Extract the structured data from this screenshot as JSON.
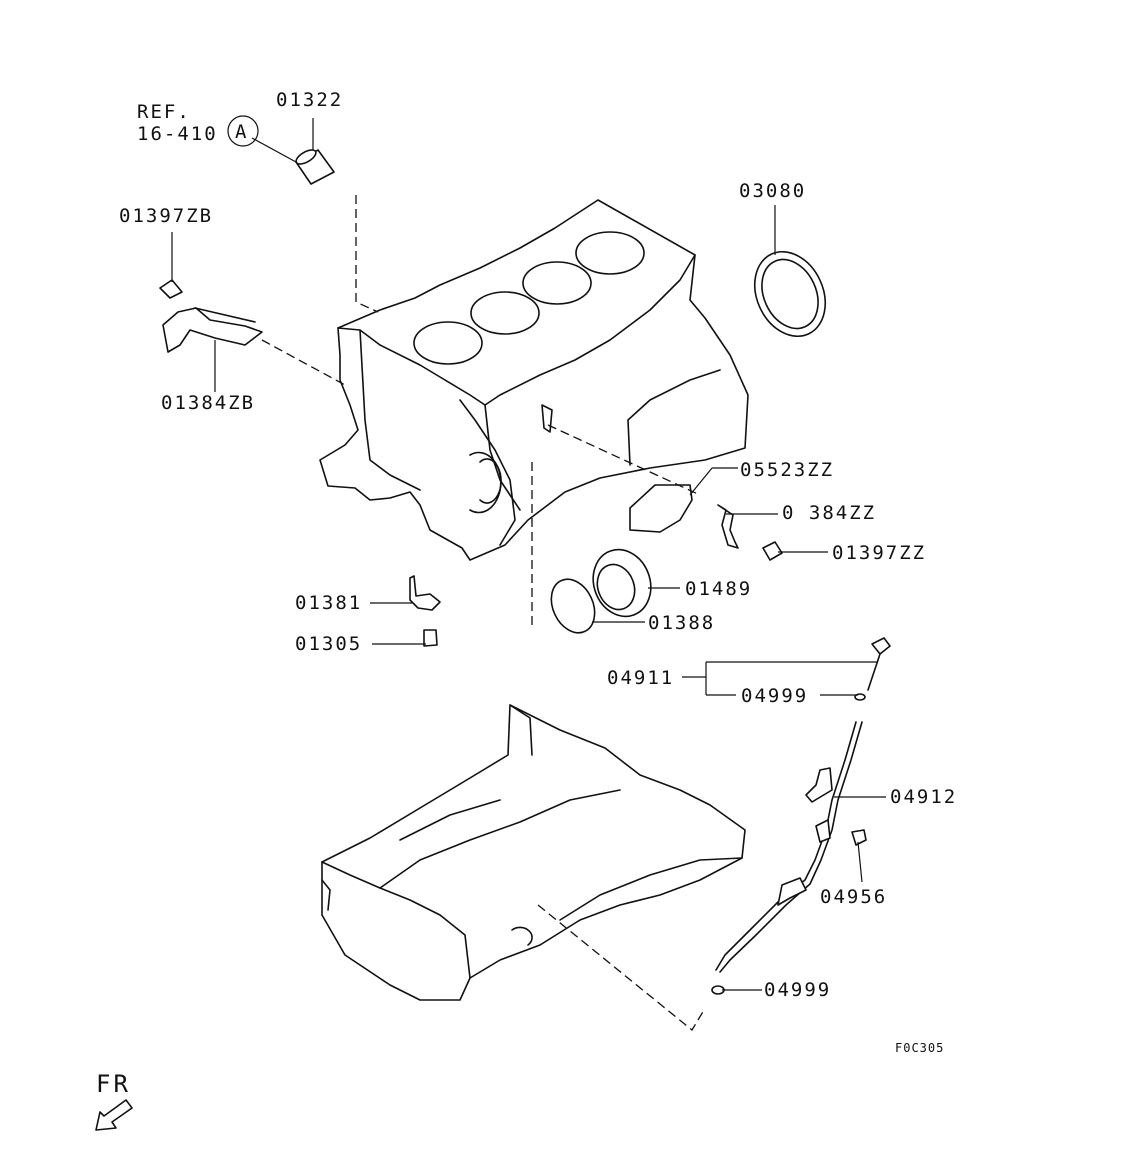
{
  "ref": {
    "line1": "REF.",
    "line2": "16-410",
    "circle": "A"
  },
  "labels": {
    "p01322": "01322",
    "p01397ZB": "01397ZB",
    "p01384ZB": "01384ZB",
    "p03080": "03080",
    "p05523ZZ": "05523ZZ",
    "p01384ZZ": "0 384ZZ",
    "p01397ZZ": "01397ZZ",
    "p01489": "01489",
    "p01388": "01388",
    "p01381": "01381",
    "p01305": "01305",
    "p04911": "04911",
    "p04999a": "04999",
    "p04912": "04912",
    "p04956": "04956",
    "p04999b": "04999"
  },
  "figure_code": "F0C305",
  "direction": "FR",
  "icons": {
    "direction_arrow": "front-arrow-icon"
  }
}
